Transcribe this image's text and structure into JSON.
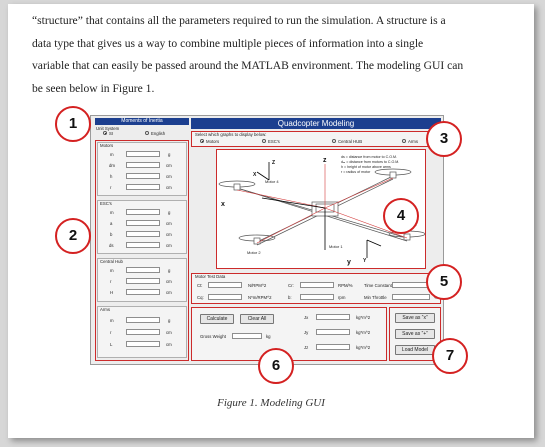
{
  "paragraph": {
    "lines": [
      "“structure” that contains all the parameters required to run the simulation. A structure is a",
      "data type that gives us a way to combine multiple pieces of information into a single",
      "variable that can easily be passed around the MATLAB environment. The modeling GUI can",
      "be seen below in Figure 1."
    ]
  },
  "caption": "Figure 1. Modeling GUI",
  "gui": {
    "side_title": "Moments of Inertia",
    "main_title": "Quadcopter Modeling",
    "unit_system": {
      "label": "Unit System",
      "options": [
        "SI",
        "English"
      ],
      "selected": "SI"
    },
    "groups": [
      {
        "title": "Motors",
        "rows": [
          {
            "label": "m",
            "unit": "g"
          },
          {
            "label": "dm",
            "unit": "cm"
          },
          {
            "label": "h",
            "unit": "cm"
          },
          {
            "label": "r",
            "unit": "cm"
          }
        ]
      },
      {
        "title": "ESC's",
        "rows": [
          {
            "label": "m",
            "unit": "g"
          },
          {
            "label": "a",
            "unit": "cm"
          },
          {
            "label": "b",
            "unit": "cm"
          },
          {
            "label": "ds",
            "unit": "cm"
          }
        ]
      },
      {
        "title": "Central Hub",
        "rows": [
          {
            "label": "m",
            "unit": "g"
          },
          {
            "label": "r",
            "unit": "cm"
          },
          {
            "label": "H",
            "unit": "cm"
          }
        ]
      },
      {
        "title": "Arms",
        "rows": [
          {
            "label": "m",
            "unit": "g"
          },
          {
            "label": "r",
            "unit": "cm"
          },
          {
            "label": "L",
            "unit": "cm"
          }
        ]
      }
    ],
    "graph_select": {
      "label": "Select which graphs to display below:",
      "options": [
        "Motors",
        "ESC's",
        "Central HUB",
        "Arms"
      ],
      "selected": "Motors"
    },
    "diagram": {
      "legend": [
        "ds = distance from motor to C.O.M.",
        "dₘ = distance from motors to C.O.M.",
        "h = height of motor above arms",
        "r = radius of motor"
      ],
      "motor_labels": [
        "Motor 1",
        "Motor 2",
        "Motor 3",
        "Motor 4"
      ],
      "axis_labels": [
        "x",
        "y",
        "z",
        "X",
        "Y",
        "Z"
      ]
    },
    "motor_test": {
      "title": "Motor Test Data",
      "fields": [
        {
          "label": "Ct:",
          "unit": "N/RPM^2"
        },
        {
          "label": "Cr:",
          "unit": "RPM/%"
        },
        {
          "label": "Time Constant",
          "unit": "s"
        },
        {
          "label": "Cq:",
          "unit": "N*m/RPM^2"
        },
        {
          "label": "b:",
          "unit": "rpm"
        },
        {
          "label": "Min Throttle",
          "unit": "%"
        }
      ]
    },
    "calc": {
      "calculate": "Calculate",
      "clear_all": "Clear All",
      "gross_weight_label": "Gross Weight",
      "gross_weight_unit": "kg",
      "inertia": [
        {
          "label": "Jx",
          "unit": "kg*m^2"
        },
        {
          "label": "Jy",
          "unit": "kg*m^2"
        },
        {
          "label": "Jz",
          "unit": "kg*m^2"
        }
      ]
    },
    "buttons": [
      "Save as “x”",
      "Save as “+”",
      "Load Model"
    ]
  },
  "callouts": [
    "1",
    "2",
    "3",
    "4",
    "5",
    "6",
    "7"
  ],
  "colors": {
    "accent": "#d42121",
    "title_bar": "#1c3f8f",
    "diagram_lines": "#d33b3b"
  }
}
